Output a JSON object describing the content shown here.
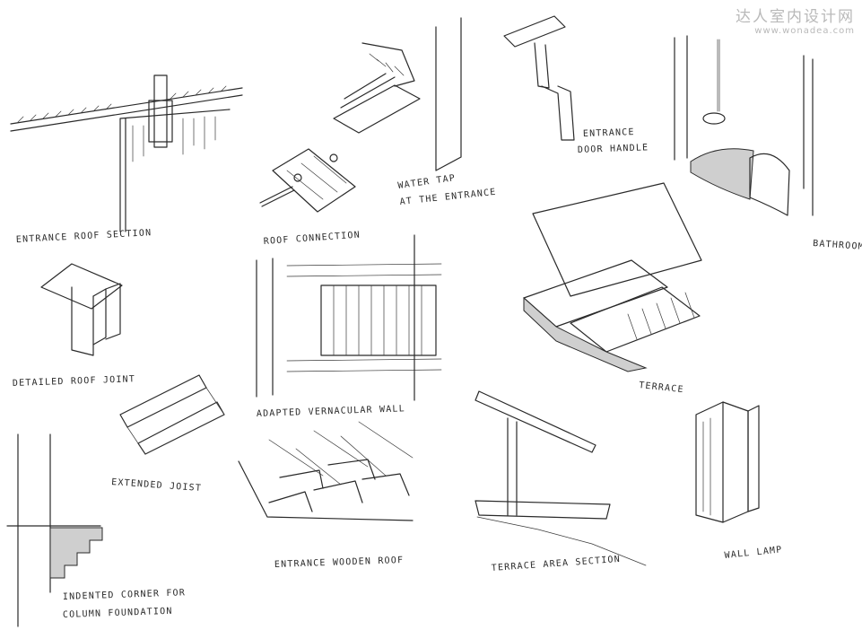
{
  "watermark": {
    "chinese": "达人室内设计网",
    "url": "www.wonadea.com"
  },
  "labels": {
    "entrance_roof_section": "ENTRANCE ROOF SECTION",
    "roof_connection": "ROOF CONNECTION",
    "water_tap_1": "WATER TAP",
    "water_tap_2": "AT THE ENTRANCE",
    "entrance_door_handle_1": "ENTRANCE",
    "entrance_door_handle_2": "DOOR HANDLE",
    "bathroom": "BATHROOM",
    "detailed_roof_joint": "DETAILED ROOF JOINT",
    "adapted_vernacular_wall": "ADAPTED VERNACULAR WALL",
    "terrace": "TERRACE",
    "extended_joist": "EXTENDED JOIST",
    "entrance_wooden_roof": "ENTRANCE WOODEN ROOF",
    "terrace_area_section": "TERRACE AREA SECTION",
    "wall_lamp": "WALL LAMP",
    "indented_corner_1": "INDENTED CORNER FOR",
    "indented_corner_2": "COLUMN FOUNDATION"
  }
}
